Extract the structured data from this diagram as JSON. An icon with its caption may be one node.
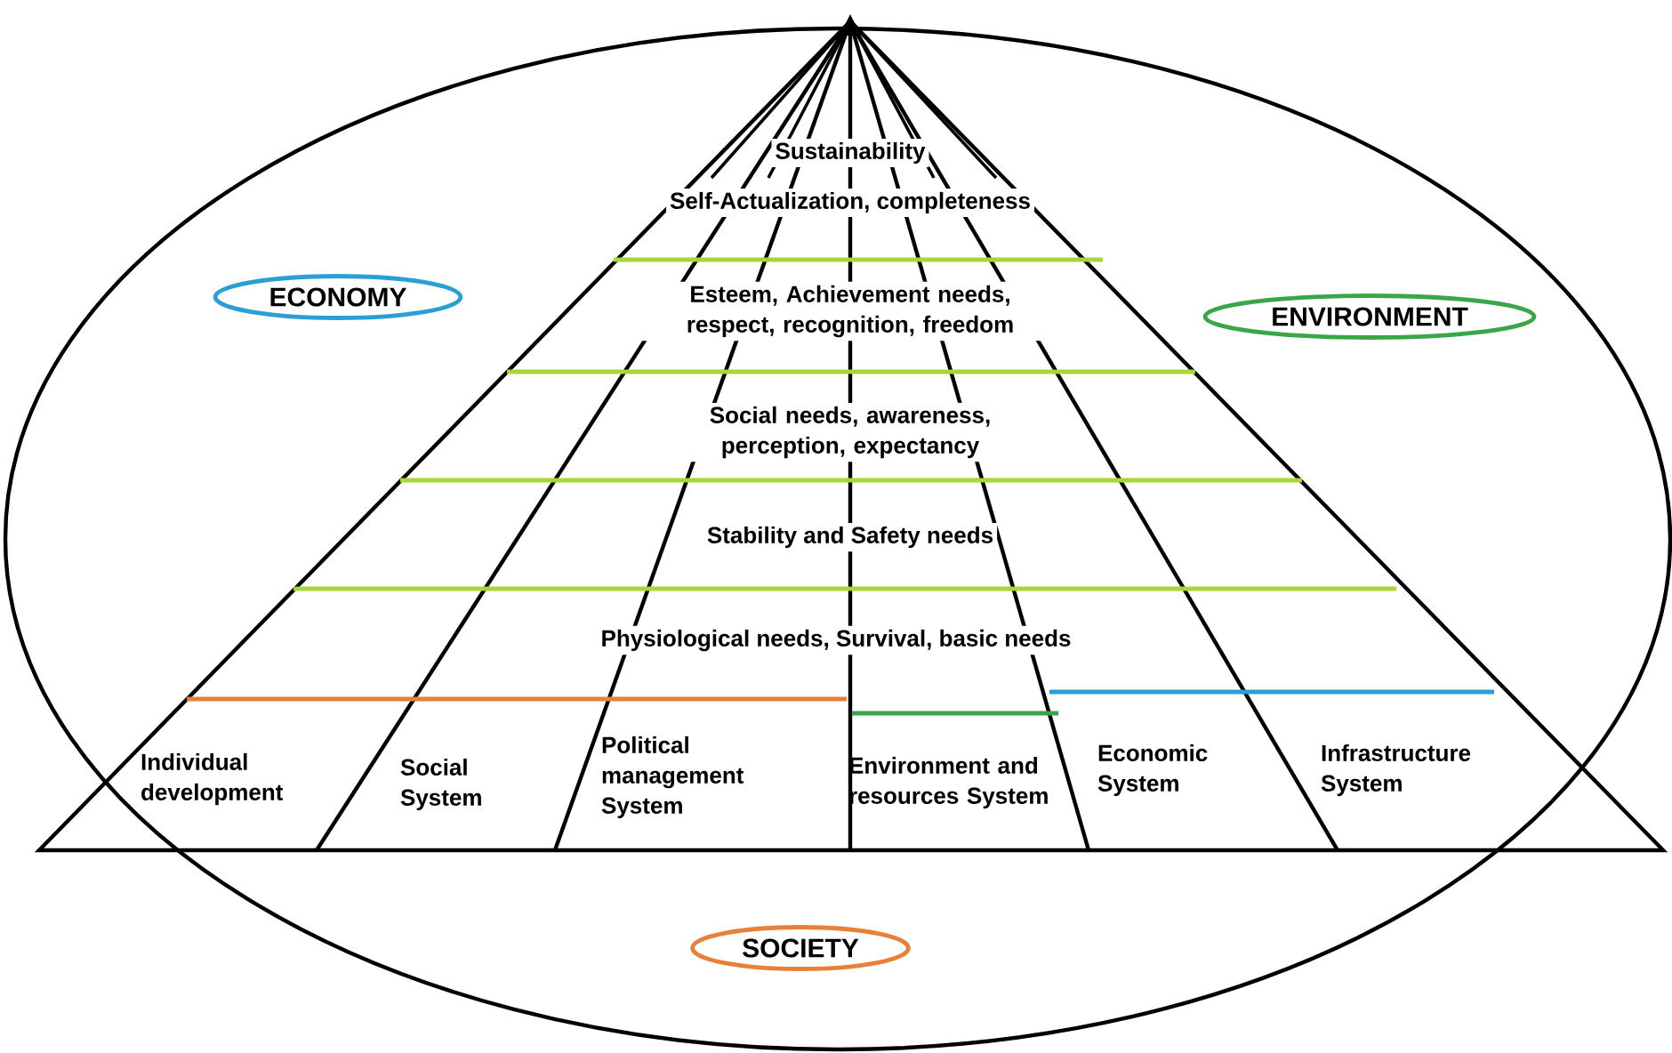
{
  "diagram": {
    "nodes": [
      {
        "text": [
          "Sustainability"
        ]
      },
      {
        "text": [
          "Self-Actualization, completeness"
        ]
      },
      {
        "text": [
          "ECONOMY"
        ]
      },
      {
        "text": [
          "Esteem, Achievement needs, respect, recognition, freedom"
        ]
      },
      {
        "text": [
          "ENVIRONMENT"
        ]
      },
      {
        "text": [
          "Social needs, awareness, perception, expectancy"
        ]
      },
      {
        "text": [
          "Stability and Safety needs"
        ]
      },
      {
        "text": [
          "Physiological needs, Survival, basic needs"
        ]
      },
      {
        "text": [
          "Individual development"
        ]
      },
      {
        "text": [
          "Social System"
        ]
      },
      {
        "text": [
          "Political management System"
        ]
      },
      {
        "text": [
          "Environment and resources System"
        ]
      },
      {
        "text": [
          "Economic System"
        ]
      },
      {
        "text": [
          "Infrastructure System"
        ]
      },
      {
        "text": [
          "SOCIETY"
        ]
      }
    ]
  }
}
